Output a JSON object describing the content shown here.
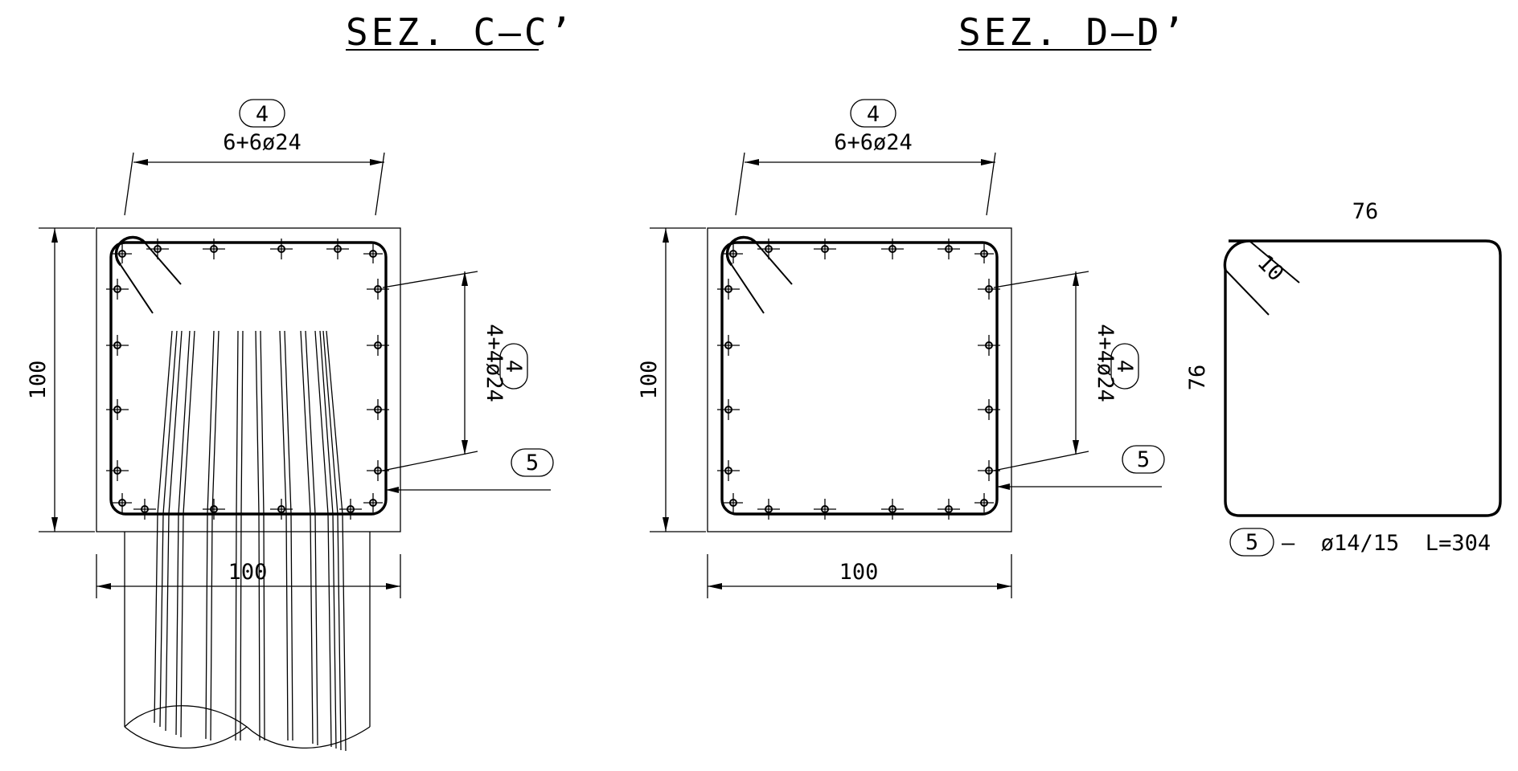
{
  "sections": {
    "cc": {
      "title": "SEZ. C–C’",
      "top_tag": "4",
      "top_bars": "6+6ø24",
      "side_tag": "4",
      "side_bars": "4+4ø24",
      "stirrup_tag": "5",
      "height": "100",
      "width": "100"
    },
    "dd": {
      "title": "SEZ. D–D’",
      "top_tag": "4",
      "top_bars": "6+6ø24",
      "side_tag": "4",
      "side_bars": "4+4ø24",
      "stirrup_tag": "5",
      "height": "100",
      "width": "100"
    }
  },
  "stirrup_detail": {
    "width": "76",
    "height": "76",
    "hook": "10",
    "tag": "5",
    "spec": "–  ø14/15  L=304"
  }
}
